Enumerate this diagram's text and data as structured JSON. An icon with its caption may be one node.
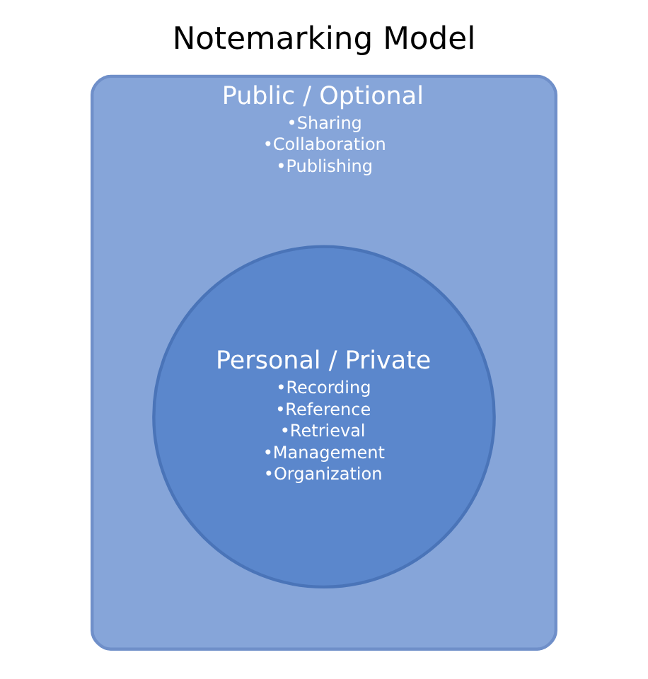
{
  "diagram": {
    "title": "Notemarking Model",
    "nodes": [
      {
        "text": [
          "Public / Optional",
          "•Sharing",
          "•Collaboration",
          "•Publishing"
        ]
      },
      {
        "text": [
          "Personal / Private",
          "•Recording",
          "•Reference",
          "•Retrieval",
          "•Management",
          "•Organization"
        ],
        "in": 0
      }
    ]
  }
}
